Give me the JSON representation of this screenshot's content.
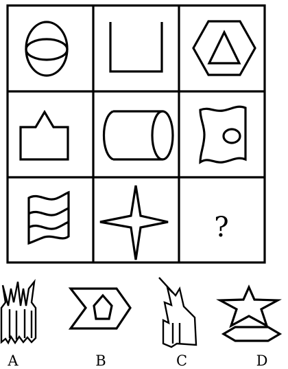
{
  "grid": {
    "missing_mark": "?"
  },
  "options": [
    {
      "label": "A"
    },
    {
      "label": "B"
    },
    {
      "label": "C"
    },
    {
      "label": "D"
    }
  ]
}
